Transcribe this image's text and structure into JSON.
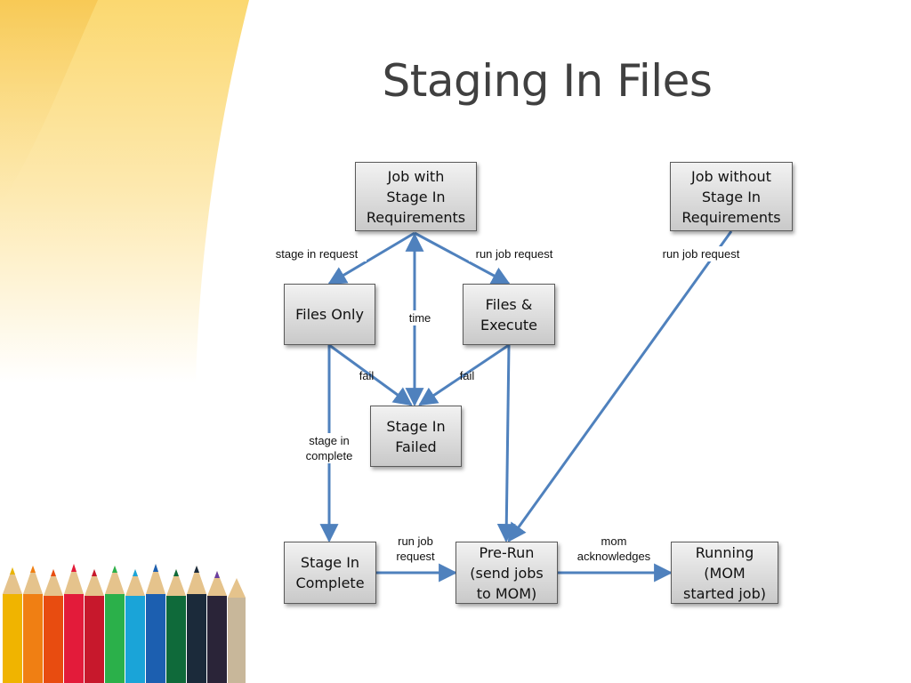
{
  "slide": {
    "title": "Staging In Files"
  },
  "nodes": {
    "job_with_stage_in": "Job with\nStage In\nRequirements",
    "job_without_stage_in": "Job without\nStage In\nRequirements",
    "files_only": "Files Only",
    "files_execute": "Files &\nExecute",
    "stage_in_failed": "Stage In\nFailed",
    "stage_in_complete": "Stage In\nComplete",
    "pre_run": "Pre-Run\n(send jobs\nto MOM)",
    "running": "Running\n(MOM\nstarted job)"
  },
  "edge_labels": {
    "stage_in_request": "stage in request",
    "run_job_request_left": "run job request",
    "run_job_request_right": "run job request",
    "time": "time",
    "fail_left": "fail",
    "fail_right": "fail",
    "stage_in_complete": "stage in\ncomplete",
    "run_job_request_bottom": "run job\nrequest",
    "mom_acknowledges": "mom\nacknowledges"
  },
  "colors": {
    "arrow": "#4f81bd",
    "node_border": "#5a5a5a",
    "title": "#404040"
  }
}
